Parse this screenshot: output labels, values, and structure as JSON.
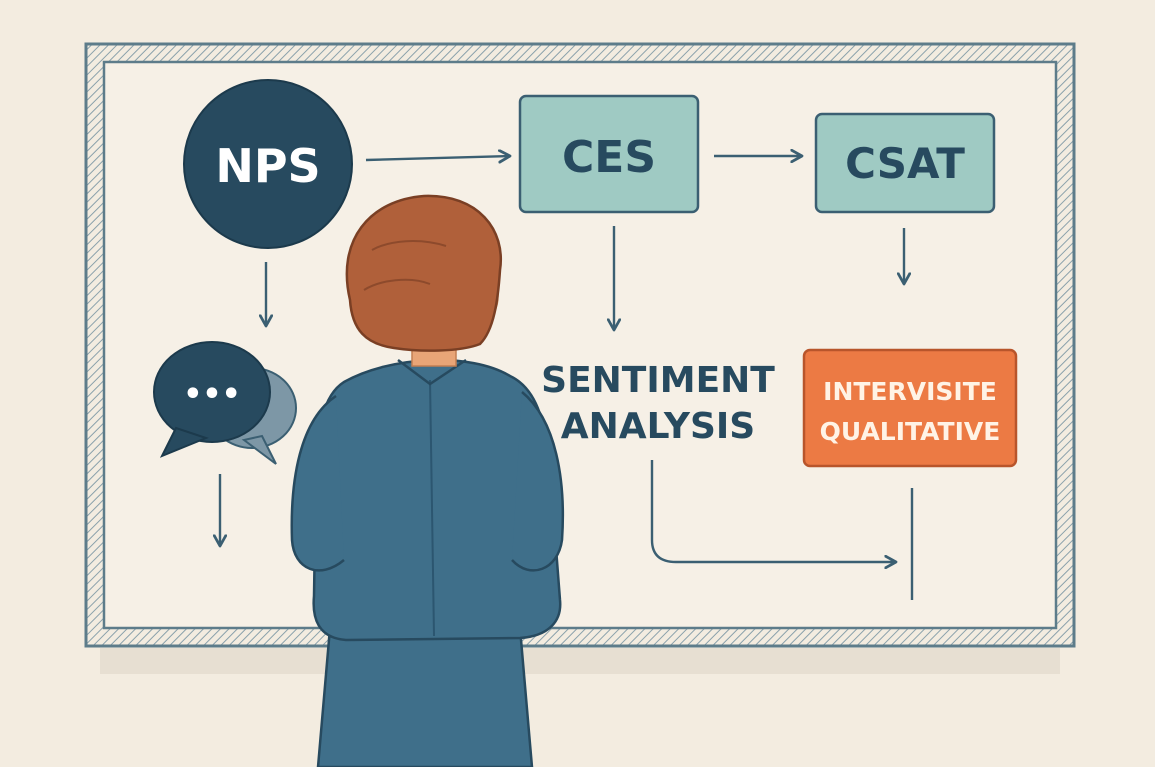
{
  "nodes": {
    "nps": "NPS",
    "ces": "CES",
    "csat": "CSAT",
    "sentiment_line1": "SENTIMENT",
    "sentiment_line2": "ANALYSIS",
    "interviews_line1": "INTERVISITE",
    "interviews_line2": "QUALITATIVE",
    "chat_dots": "•••"
  },
  "colors": {
    "background": "#f3ece0",
    "board_frame": "#5d7c8a",
    "navy": "#274a5f",
    "teal_box": "#9fcac3",
    "orange_box": "#ec7a44",
    "jacket": "#3f6f8a",
    "hair": "#b0603a",
    "skin": "#e8a577"
  }
}
